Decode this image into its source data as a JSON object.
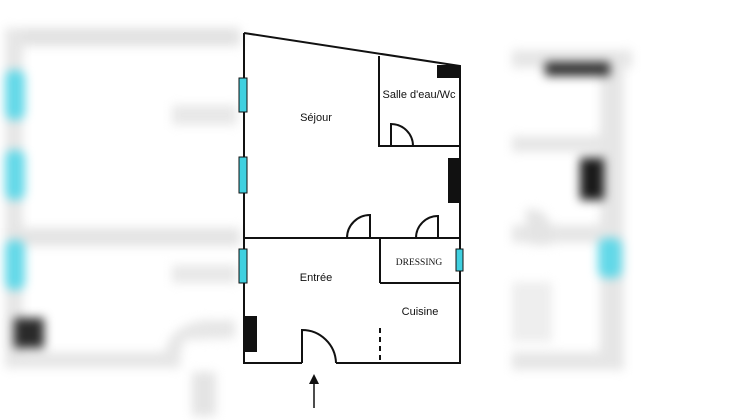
{
  "rooms": {
    "sejour": "Séjour",
    "salle_deau": "Salle d'eau/Wc",
    "dressing": "DRESSING",
    "entree": "Entrée",
    "cuisine": "Cuisine"
  },
  "colors": {
    "wall": "#111111",
    "window": "#40d0e0",
    "radiator": "#111111",
    "blurred_background": "#e4e4e4"
  },
  "icons": {
    "entrance": "arrow-up-icon"
  }
}
